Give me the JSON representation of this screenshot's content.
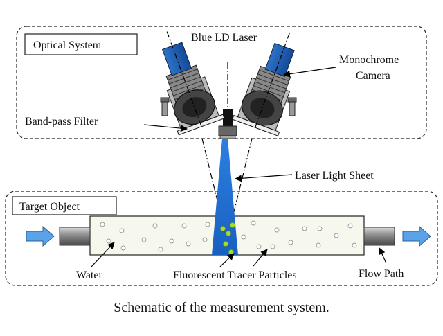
{
  "diagram": {
    "optical_system_label": "Optical System",
    "target_object_label": "Target Object",
    "labels": {
      "laser": "Blue LD Laser",
      "camera_line1": "Monochrome",
      "camera_line2": "Camera",
      "filter": "Band-pass Filter",
      "light_sheet": "Laser Light Sheet",
      "water": "Water",
      "particles": "Fluorescent Tracer Particles",
      "flow_path": "Flow Path"
    },
    "caption": "Schematic of the measurement system.",
    "colors": {
      "camera_blue": "#1f5fb0",
      "laser_sheet": "#1d6fd0",
      "water_fill": "#f6f8ee",
      "arrow_fill": "#5aa3e8",
      "particle_green": "#a6dd2a",
      "pipe_gray": "#8a8a8a"
    }
  }
}
